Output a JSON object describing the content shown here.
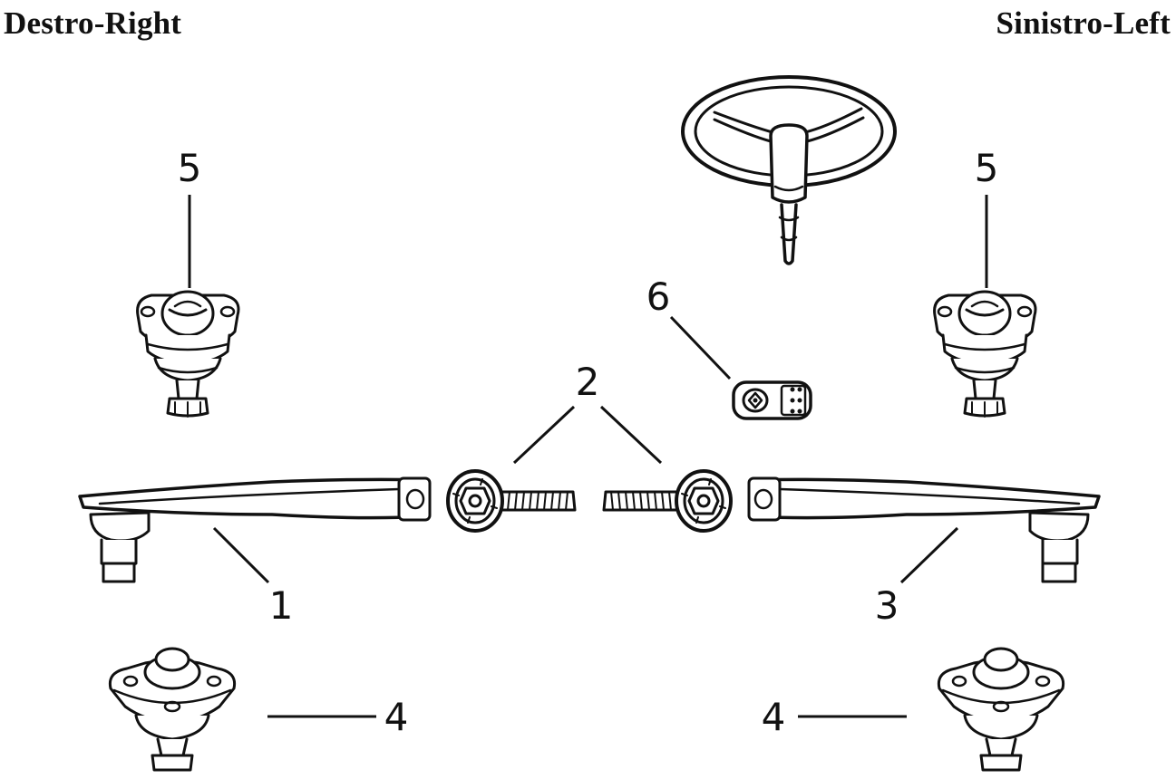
{
  "headings": {
    "right_side": "Destro-Right",
    "left_side": "Sinistro-Left"
  },
  "callouts": [
    {
      "id": "c1",
      "label": "1"
    },
    {
      "id": "c2",
      "label": "2"
    },
    {
      "id": "c3",
      "label": "3"
    },
    {
      "id": "c4-left",
      "label": "4"
    },
    {
      "id": "c4-right",
      "label": "4"
    },
    {
      "id": "c5-left",
      "label": "5"
    },
    {
      "id": "c5-right",
      "label": "5"
    },
    {
      "id": "c6",
      "label": "6"
    }
  ]
}
